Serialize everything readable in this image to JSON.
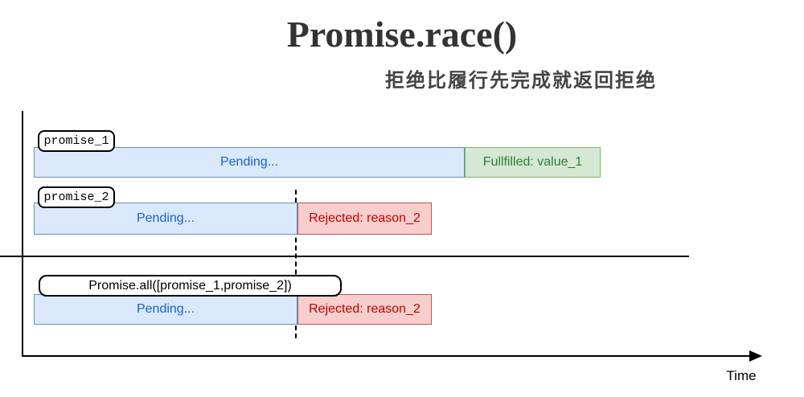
{
  "header": {
    "title": "Promise.race()",
    "subtitle": "拒绝比履行先完成就返回拒绝"
  },
  "axis": {
    "time_label": "Time"
  },
  "colors": {
    "pending_fill": "#dae8fc",
    "pending_border": "#6c8ebf",
    "pending_text": "#1565c0",
    "fulfilled_fill": "#d5e8d4",
    "fulfilled_border": "#82b366",
    "fulfilled_text": "#2e7d32",
    "rejected_fill": "#f8cecc",
    "rejected_border": "#b85450",
    "rejected_text": "#c00000"
  },
  "rows": [
    {
      "label": "promise_1",
      "segments": [
        {
          "state": "pending",
          "text": "Pending..."
        },
        {
          "state": "fulfilled",
          "text": "Fullfilled: value_1"
        }
      ]
    },
    {
      "label": "promise_2",
      "segments": [
        {
          "state": "pending",
          "text": "Pending..."
        },
        {
          "state": "rejected",
          "text": "Rejected: reason_2"
        }
      ]
    },
    {
      "label": "Promise.all([promise_1,promise_2])",
      "segments": [
        {
          "state": "pending",
          "text": "Pending..."
        },
        {
          "state": "rejected",
          "text": "Rejected: reason_2"
        }
      ]
    }
  ]
}
